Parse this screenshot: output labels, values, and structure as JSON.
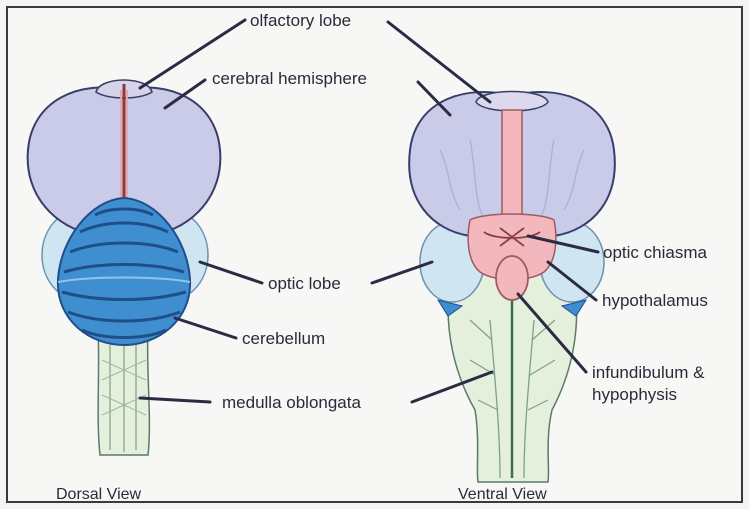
{
  "labels": {
    "olfactory_lobe": "olfactory lobe",
    "cerebral_hemisphere": "cerebral hemisphere",
    "optic_lobe": "optic lobe",
    "cerebellum": "cerebellum",
    "medulla_oblongata": "medulla oblongata",
    "optic_chiasma": "optic chiasma",
    "hypothalamus": "hypothalamus",
    "infundibulum_line1": "infundibulum &",
    "infundibulum_line2": "hypophysis"
  },
  "captions": {
    "dorsal": "Dorsal View",
    "ventral": "Ventral View"
  },
  "colors": {
    "cerebrum": "#c9cbe9",
    "optic_lobe": "#cfe6f2",
    "cerebellum": "#3f8fd0",
    "cerebellum_dark": "#1f4e8a",
    "medulla": "#e4efdc",
    "hypothalamus": "#f2b8bd",
    "outline": "#3a3d6a"
  }
}
